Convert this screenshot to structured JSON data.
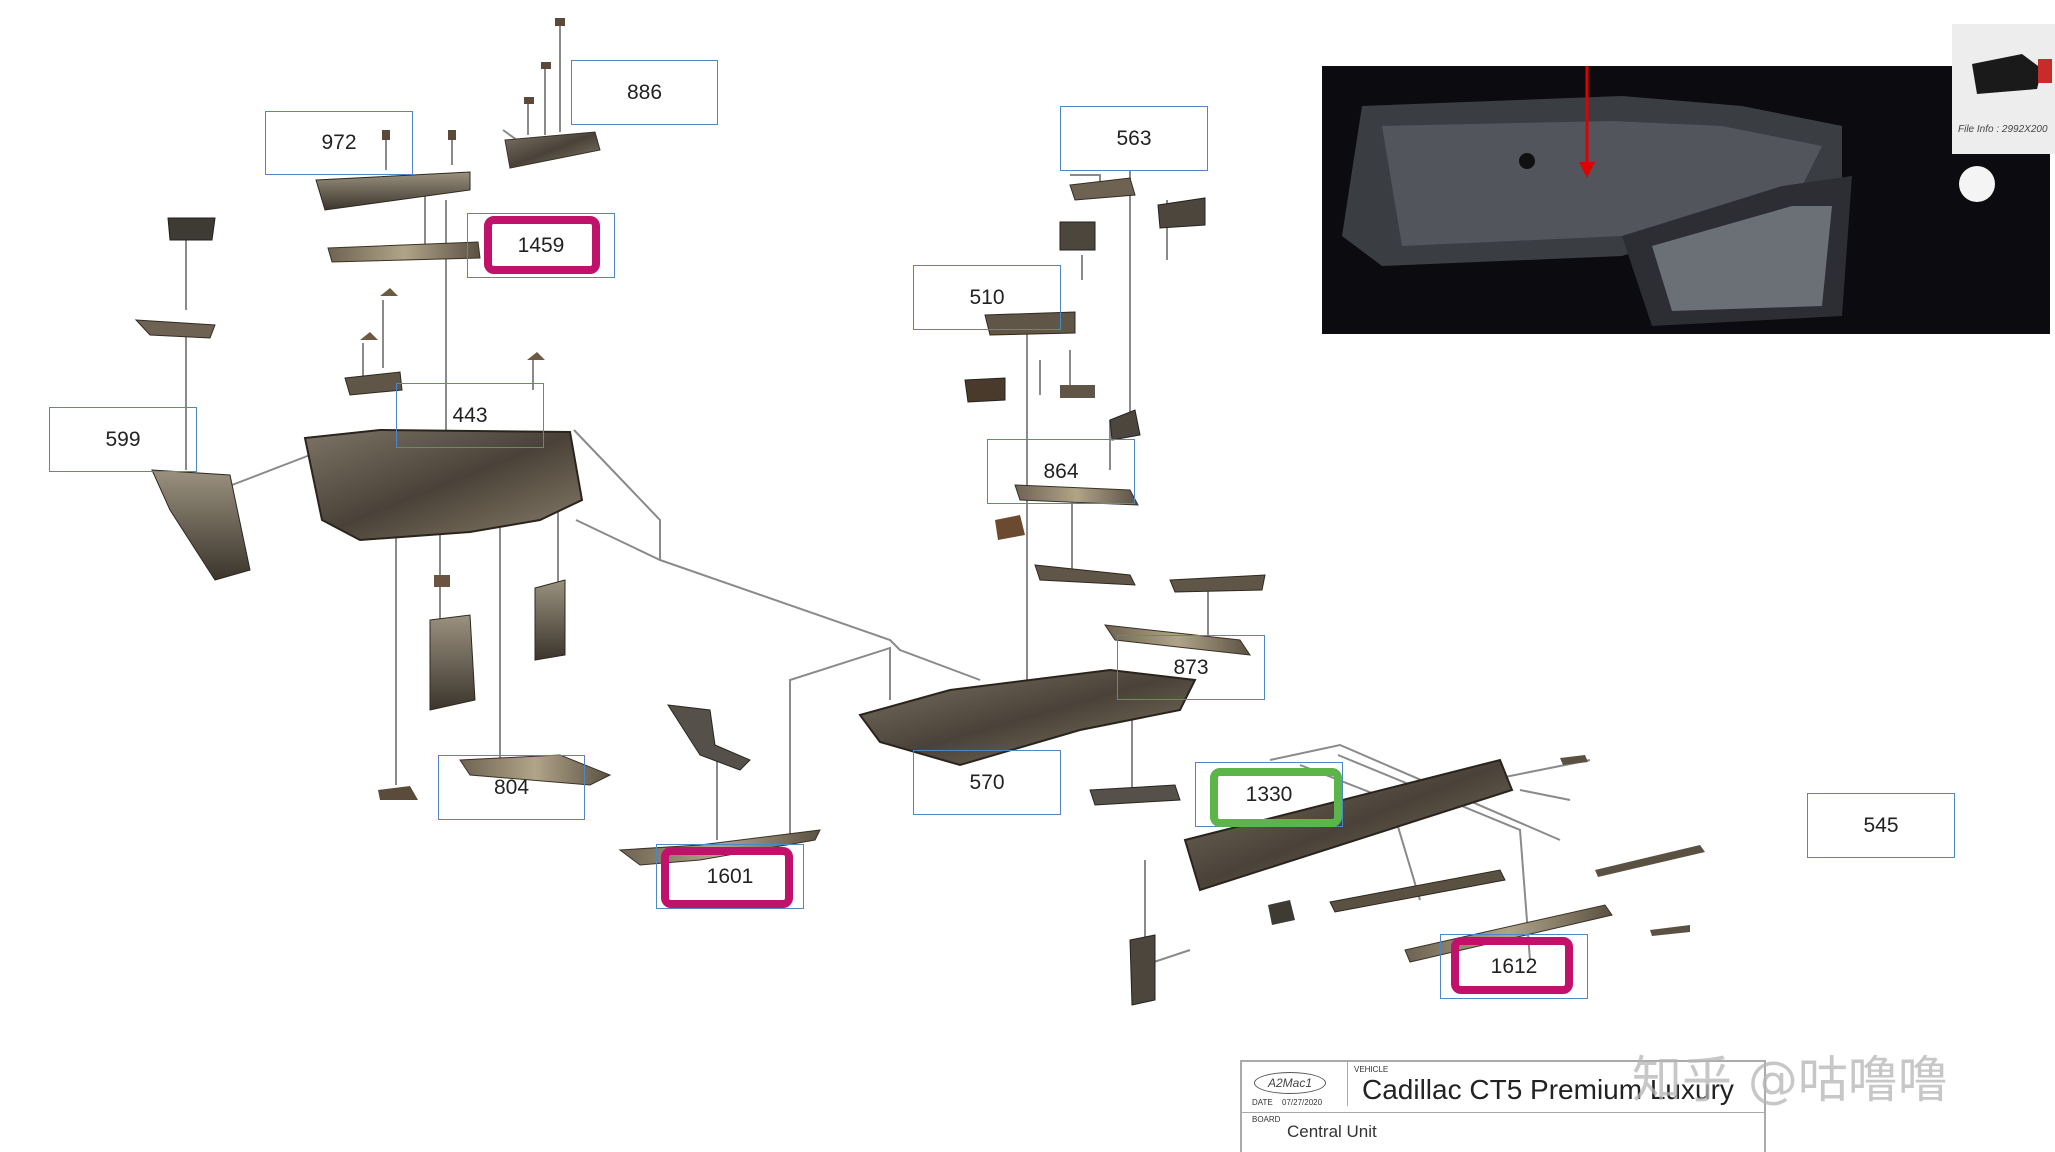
{
  "diagram": {
    "labels": [
      "886",
      "972",
      "1459",
      "563",
      "510",
      "599",
      "443",
      "864",
      "873",
      "804",
      "570",
      "1330",
      "545",
      "1601",
      "1612"
    ]
  },
  "highlight_colors": {
    "pink": "#c0126b",
    "green": "#5cb548",
    "label_border": "#4f86c6"
  },
  "photo": {
    "thumb_info": "File Info : 2992X200"
  },
  "title_block": {
    "logo": "A2Mac1",
    "small_vehicle": "VEHICLE",
    "small_date_label": "DATE",
    "date": "07/27/2020",
    "small_board": "BOARD",
    "title": "Cadillac CT5 Premium Luxury",
    "subtitle": "Central Unit"
  },
  "watermark": "知乎 @咕噜噜"
}
